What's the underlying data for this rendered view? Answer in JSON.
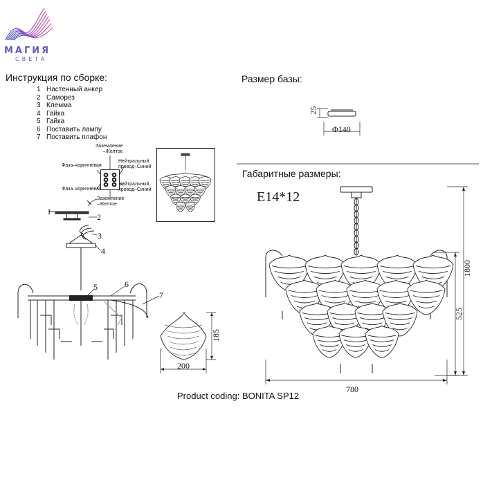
{
  "logo": {
    "name": "МАГИЯ",
    "sub": "СВЕТА"
  },
  "assembly": {
    "title": "Инструкция по сборке:",
    "steps": [
      {
        "n": "1",
        "text": "Настенный анкер"
      },
      {
        "n": "2",
        "text": "Саморез"
      },
      {
        "n": "3",
        "text": "Клемма"
      },
      {
        "n": "4",
        "text": "Гайка"
      },
      {
        "n": "5",
        "text": "Гайка"
      },
      {
        "n": "6",
        "text": "Поставить лампу"
      },
      {
        "n": "7",
        "text": "Поставить плафон"
      }
    ],
    "wiring": {
      "ground_top": "Заземление\n–Желтое",
      "phase_top": "Фаза–коричневая",
      "neutral_top": "Нейтральный\nпровод–Синий",
      "phase_bottom": "Фаза–коричневая",
      "neutral_bottom": "Нейтральный\nпровод–Синий",
      "ground_bottom": "Заземление\n–Желтое"
    },
    "callouts": [
      "1",
      "2",
      "3",
      "4",
      "5",
      "6",
      "7"
    ]
  },
  "base": {
    "title": "Размер базы:",
    "height": "25",
    "diameter": "Φ140"
  },
  "overall": {
    "title": "Габаритные размеры:",
    "lamp": "E14*12",
    "height_total": "1800",
    "height_body": "525",
    "width": "780"
  },
  "shade": {
    "height": "185",
    "width": "200"
  },
  "product": {
    "coding": "Product coding: BONITA SP12"
  },
  "colors": {
    "logo": "#6a55c9",
    "line": "#222222"
  }
}
